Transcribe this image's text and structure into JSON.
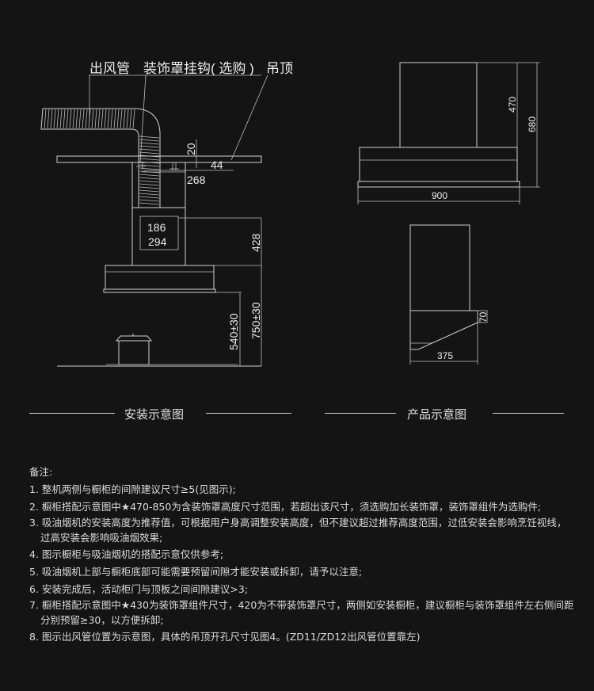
{
  "install": {
    "label_duct": "出风管",
    "label_hook": "装饰罩挂钩( 选购 )",
    "label_ceiling": "吊顶",
    "dim_20": "20",
    "dim_44": "44",
    "dim_268": "268",
    "dim_186": "186",
    "dim_294": "294",
    "dim_428": "428",
    "dim_540": "540±30",
    "dim_750": "750±30",
    "caption": "安装示意图"
  },
  "product": {
    "dim_470": "470",
    "dim_680": "680",
    "dim_900": "900",
    "dim_70": "70",
    "dim_375": "375",
    "caption": "产品示意图"
  },
  "notes": {
    "title": "备注:",
    "items": [
      "1. 整机两侧与橱柜的间隙建议尺寸≥5(见图示);",
      "2. 橱柜搭配示意图中★470-850为含装饰罩高度尺寸范围，若超出该尺寸，须选购加长装饰罩，装饰罩组件为选购件;",
      "3. 吸油烟机的安装高度为推荐值，可根据用户身高调整安装高度，但不建议超过推荐高度范围，过低安装会影响烹饪视线，",
      "过高安装会影响吸油烟效果;",
      "4. 图示橱柜与吸油烟机的搭配示意仅供参考;",
      "5. 吸油烟机上部与橱柜底部可能需要预留间隙才能安装或拆卸，请予以注意;",
      "6. 安装完成后，活动柜门与顶板之间间隙建议>3;",
      "7. 橱柜搭配示意图中★430为装饰罩组件尺寸，420为不带装饰罩尺寸，两侧如安装橱柜，建议橱柜与装饰罩组件左右侧间距",
      "分别预留≥30，以方便拆卸;",
      "8. 图示出风管位置为示意图，具体的吊顶开孔尺寸见图4。(ZD11/ZD12出风管位置靠左)"
    ]
  }
}
